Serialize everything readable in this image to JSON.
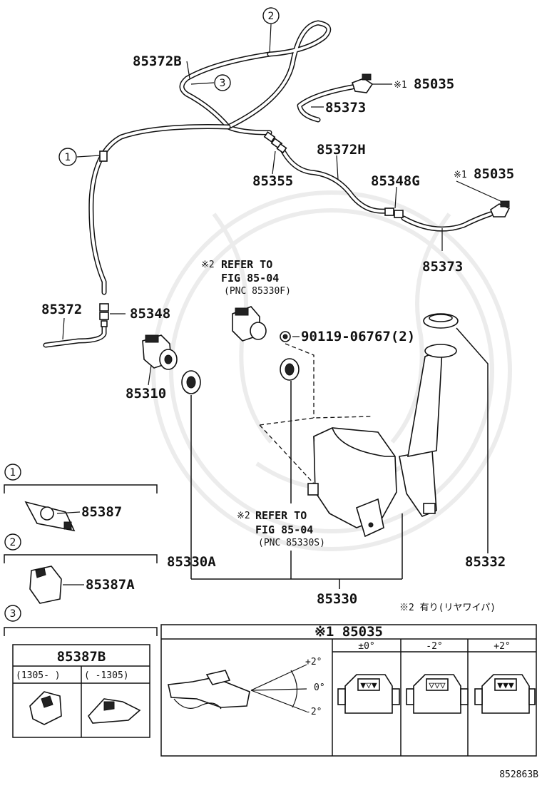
{
  "callouts": {
    "c1": "1",
    "c2": "2",
    "c3": "3"
  },
  "labels": {
    "p85372B": "85372B",
    "p85035_top": "85035",
    "p85373_top": "85373",
    "p85372H": "85372H",
    "p85355": "85355",
    "p85348G": "85348G",
    "p85035_mid": "85035",
    "p85373_mid": "85373",
    "p85372": "85372",
    "p85348": "85348",
    "p90119": "90119-06767(2)",
    "p85310": "85310",
    "p85387": "85387",
    "p85387A": "85387A",
    "p85330A": "85330A",
    "p85330": "85330",
    "p85332": "85332"
  },
  "marks": {
    "star1": "※1",
    "star2": "※2"
  },
  "refer_f": {
    "line1": "REFER TO",
    "line2": "FIG 85-04",
    "line3": "(PNC 85330F)"
  },
  "refer_s": {
    "line1": "REFER TO",
    "line2": "FIG 85-04",
    "line3": "(PNC 85330S)"
  },
  "footnote": "※2 有り(リヤワイパ)",
  "box3": {
    "title": "85387B",
    "col1": "(1305-      )",
    "col2": "(      -1305)"
  },
  "box85035": {
    "title": "※1 85035",
    "col_a": "±0°",
    "col_b": "-2°",
    "col_c": "+2°",
    "angle_top": "+2°",
    "angle_mid": "0°",
    "angle_bot": "-2°"
  },
  "figure_id": "852863B"
}
